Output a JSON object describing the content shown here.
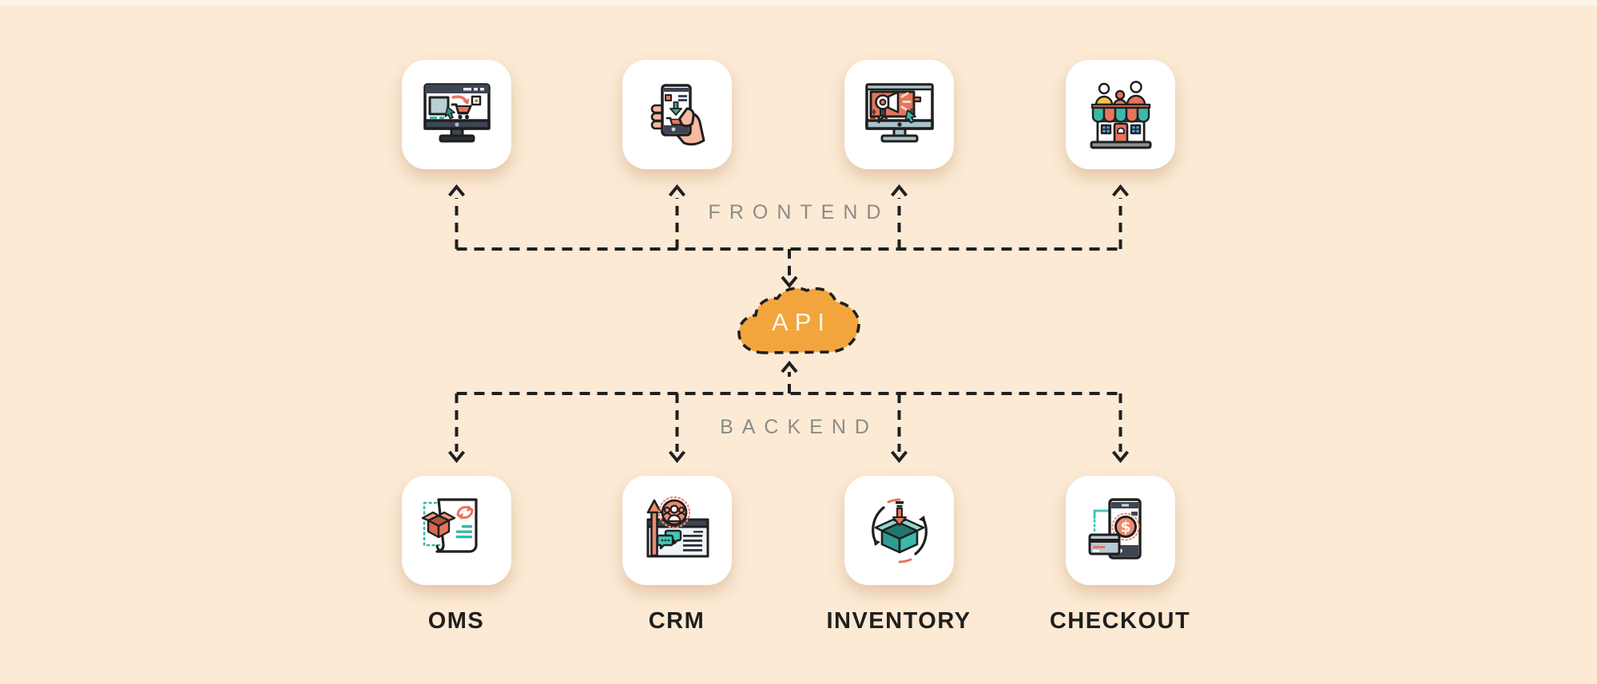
{
  "frontend": {
    "label": "FRONTEND",
    "items": [
      {
        "icon": "desktop-web-store-icon"
      },
      {
        "icon": "mobile-shopping-app-icon"
      },
      {
        "icon": "digital-marketing-screen-icon"
      },
      {
        "icon": "marketplace-storefront-icon"
      }
    ]
  },
  "api": {
    "label": "API"
  },
  "backend": {
    "label": "BACKEND",
    "items": [
      {
        "label": "OMS",
        "icon": "order-management-document-icon"
      },
      {
        "label": "CRM",
        "icon": "crm-customers-window-icon"
      },
      {
        "label": "INVENTORY",
        "icon": "inventory-box-sync-icon"
      },
      {
        "label": "CHECKOUT",
        "icon": "checkout-payment-phone-icon"
      }
    ]
  },
  "icons": {
    "checkout_coin_glyph": "$"
  },
  "colors": {
    "background": "#fcead5",
    "top_strip": "#fdf3e8",
    "tile": "#ffffff",
    "connector": "#1f1f1f",
    "section_label": "#8b8b87",
    "item_label": "#211f1d",
    "api_cloud": "#f3a53d",
    "accent_orange": "#e8745a",
    "accent_teal": "#3bb8ab",
    "accent_navy": "#3d4553"
  }
}
